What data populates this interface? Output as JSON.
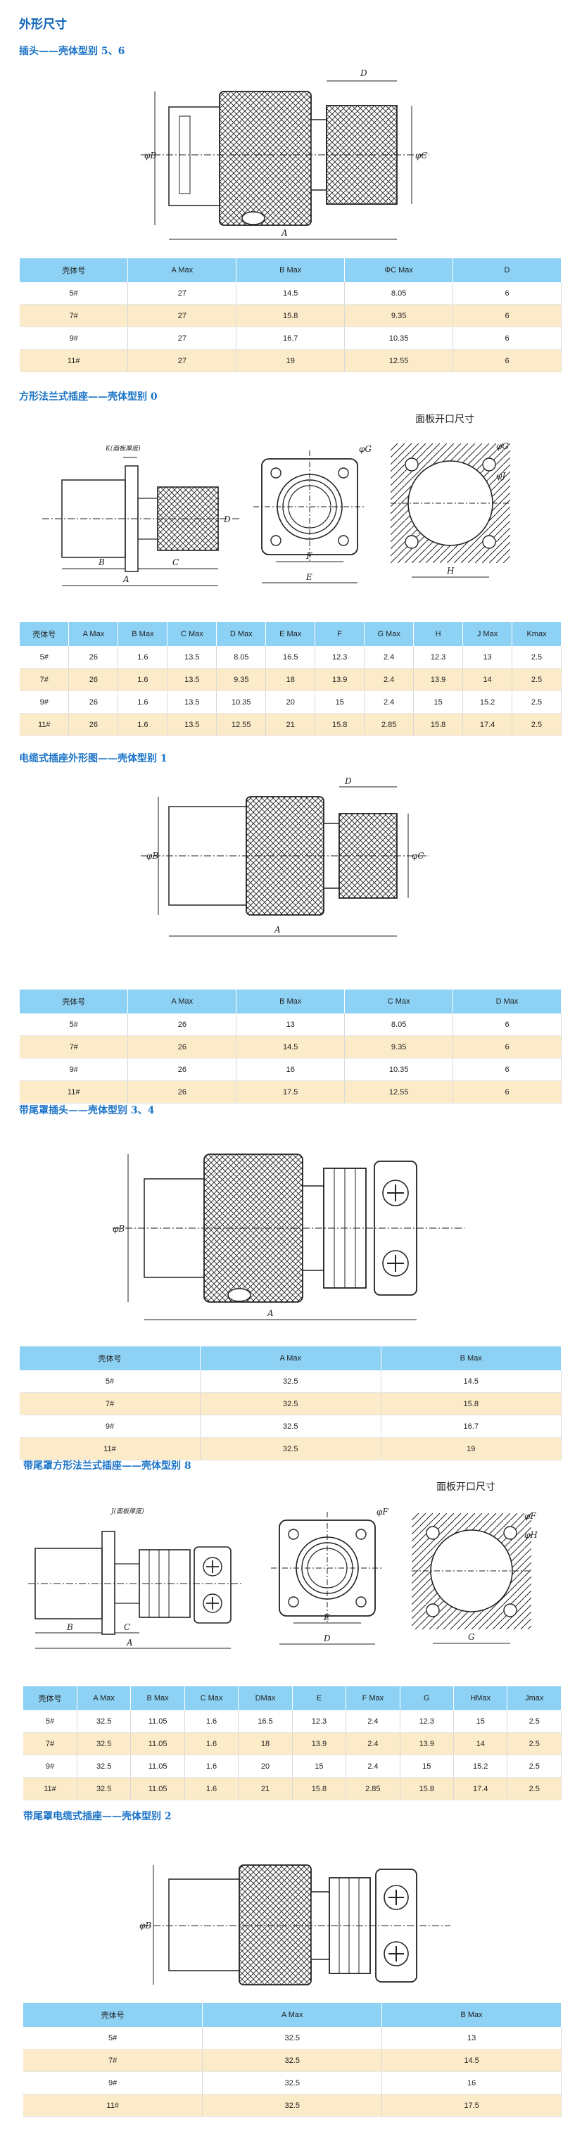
{
  "page_title": "外形尺寸",
  "panel_label": "面板开口尺寸",
  "sections": [
    {
      "title": "插头——壳体型别 5、6",
      "headers": [
        "壳体号",
        "A Max",
        "B Max",
        "ΦC Max",
        "D"
      ],
      "rows": [
        [
          "5#",
          "27",
          "14.5",
          "8.05",
          "6"
        ],
        [
          "7#",
          "27",
          "15.8",
          "9.35",
          "6"
        ],
        [
          "9#",
          "27",
          "16.7",
          "10.35",
          "6"
        ],
        [
          "11#",
          "27",
          "19",
          "12.55",
          "6"
        ]
      ]
    },
    {
      "title": "方形法兰式插座——壳体型别  0",
      "headers": [
        "壳体号",
        "A Max",
        "B Max",
        "C Max",
        "D Max",
        "E Max",
        "F",
        "G Max",
        "H",
        "J Max",
        "Kmax"
      ],
      "rows": [
        [
          "5#",
          "26",
          "1.6",
          "13.5",
          "8.05",
          "16.5",
          "12.3",
          "2.4",
          "12.3",
          "13",
          "2.5"
        ],
        [
          "7#",
          "26",
          "1.6",
          "13.5",
          "9.35",
          "18",
          "13.9",
          "2.4",
          "13.9",
          "14",
          "2.5"
        ],
        [
          "9#",
          "26",
          "1.6",
          "13.5",
          "10.35",
          "20",
          "15",
          "2.4",
          "15",
          "15.2",
          "2.5"
        ],
        [
          "11#",
          "26",
          "1.6",
          "13.5",
          "12.55",
          "21",
          "15.8",
          "2.85",
          "15.8",
          "17.4",
          "2.5"
        ]
      ]
    },
    {
      "title": "电缆式插座外形图——壳体型别 1",
      "headers": [
        "壳体号",
        "A Max",
        "B Max",
        "C Max",
        "D Max"
      ],
      "rows": [
        [
          "5#",
          "26",
          "13",
          "8.05",
          "6"
        ],
        [
          "7#",
          "26",
          "14.5",
          "9.35",
          "6"
        ],
        [
          "9#",
          "26",
          "16",
          "10.35",
          "6"
        ],
        [
          "11#",
          "26",
          "17.5",
          "12.55",
          "6"
        ]
      ]
    },
    {
      "title": "带尾罩插头——壳体型别 3、4",
      "headers": [
        "壳体号",
        "A Max",
        "B Max"
      ],
      "rows": [
        [
          "5#",
          "32.5",
          "14.5"
        ],
        [
          "7#",
          "32.5",
          "15.8"
        ],
        [
          "9#",
          "32.5",
          "16.7"
        ],
        [
          "11#",
          "32.5",
          "19"
        ]
      ]
    },
    {
      "title": "带尾罩方形法兰式插座——壳体型别 8",
      "headers": [
        "壳体号",
        "A Max",
        "B Max",
        "C Max",
        "DMax",
        "E",
        "F Max",
        "G",
        "HMax",
        "Jmax"
      ],
      "rows": [
        [
          "5#",
          "32.5",
          "11.05",
          "1.6",
          "16.5",
          "12.3",
          "2.4",
          "12.3",
          "15",
          "2.5"
        ],
        [
          "7#",
          "32.5",
          "11.05",
          "1.6",
          "18",
          "13.9",
          "2.4",
          "13.9",
          "14",
          "2.5"
        ],
        [
          "9#",
          "32.5",
          "11.05",
          "1.6",
          "20",
          "15",
          "2.4",
          "15",
          "15.2",
          "2.5"
        ],
        [
          "11#",
          "32.5",
          "11.05",
          "1.6",
          "21",
          "15.8",
          "2.85",
          "15.8",
          "17.4",
          "2.5"
        ]
      ]
    },
    {
      "title": "带尾罩电缆式插座——壳体型别 2",
      "headers": [
        "壳体号",
        "A Max",
        "B Max"
      ],
      "rows": [
        [
          "5#",
          "32.5",
          "13"
        ],
        [
          "7#",
          "32.5",
          "14.5"
        ],
        [
          "9#",
          "32.5",
          "16"
        ],
        [
          "11#",
          "32.5",
          "17.5"
        ]
      ]
    }
  ],
  "drawing_labels": {
    "a": "A",
    "b": "B",
    "c": "C",
    "d": "D",
    "e": "E",
    "f": "F",
    "g": "G",
    "h": "H",
    "phi_b": "φB",
    "phi_c": "φC",
    "phi_g": "φG",
    "phi_j": "φJ",
    "phi_f": "φF",
    "phi_h": "φH",
    "k_note": "K(面板厚度)",
    "j_note": "J(面板厚度)"
  }
}
